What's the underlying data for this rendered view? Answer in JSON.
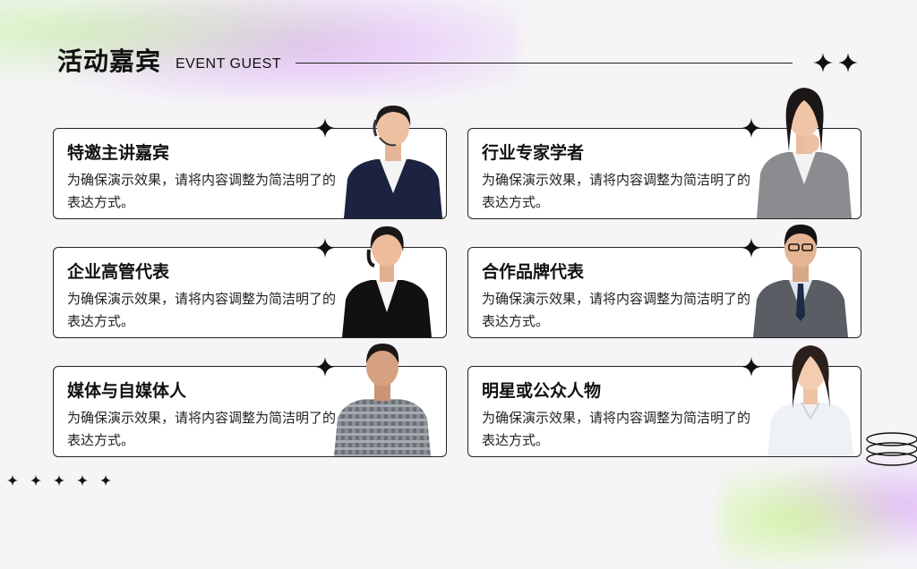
{
  "header": {
    "title": "活动嘉宾",
    "subtitle": "EVENT GUEST"
  },
  "cards": [
    {
      "title": "特邀主讲嘉宾",
      "desc": "为确保演示效果，请将内容调整为简洁明了的表达方式。"
    },
    {
      "title": "行业专家学者",
      "desc": "为确保演示效果，请将内容调整为简洁明了的表达方式。"
    },
    {
      "title": "企业高管代表",
      "desc": "为确保演示效果，请将内容调整为简洁明了的表达方式。"
    },
    {
      "title": "合作品牌代表",
      "desc": "为确保演示效果，请将内容调整为简洁明了的表达方式。"
    },
    {
      "title": "媒体与自媒体人",
      "desc": "为确保演示效果，请将内容调整为简洁明了的表达方式。"
    },
    {
      "title": "明星或公众人物",
      "desc": "为确保演示效果，请将内容调整为简洁明了的表达方式。"
    }
  ],
  "colors": {
    "background": "#f5f5f7",
    "accent_green": "#c8f58c",
    "accent_purple": "#d796fa",
    "ink": "#111111"
  },
  "icons": [
    "sparkle-icon",
    "portrait-photo",
    "rings-decoration"
  ]
}
